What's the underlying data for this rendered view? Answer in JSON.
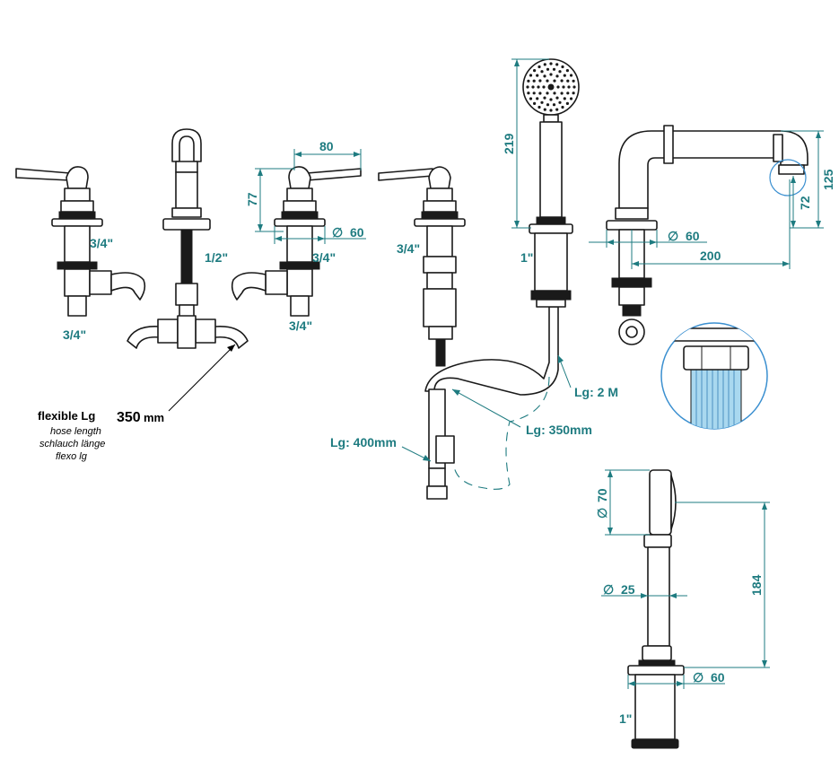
{
  "labels": {
    "thread_left_top": "3/4\"",
    "thread_left_bottom": "3/4\"",
    "thread_spout": "1/2\"",
    "thread_right_valve_body": "3/4\"",
    "thread_right_valve_bottom": "3/4\"",
    "thread_diverter": "3/4\"",
    "thread_shower_base": "1\"",
    "thread_shower_detail": "1\""
  },
  "dimensions": {
    "handle_width": "80",
    "handle_height": "77",
    "valve_flange_dia": "60",
    "shower_height": "219",
    "spout_height": "125",
    "spout_outlet_height": "72",
    "spout_flange_dia": "60",
    "spout_reach": "200",
    "handshower_dia": "70",
    "handle_dia": "25",
    "handle_length": "184",
    "holder_flange_dia": "60"
  },
  "hoses": {
    "title_bold": "flexible Lg",
    "length_value": "350",
    "length_unit": "mm",
    "line1": "hose length",
    "line2": "schlauch länge",
    "line3": "flexo lg",
    "shower_hose": "Lg: 2 M",
    "diverter_hose": "Lg: 350mm",
    "supply_hose": "Lg: 400mm"
  },
  "symbols": {
    "diameter": "∅"
  },
  "colors": {
    "line": "#1a1a1a",
    "dimension": "#1e7b80",
    "detail_fill": "#a9d8ef",
    "detail_circle": "#3a8fd0"
  }
}
